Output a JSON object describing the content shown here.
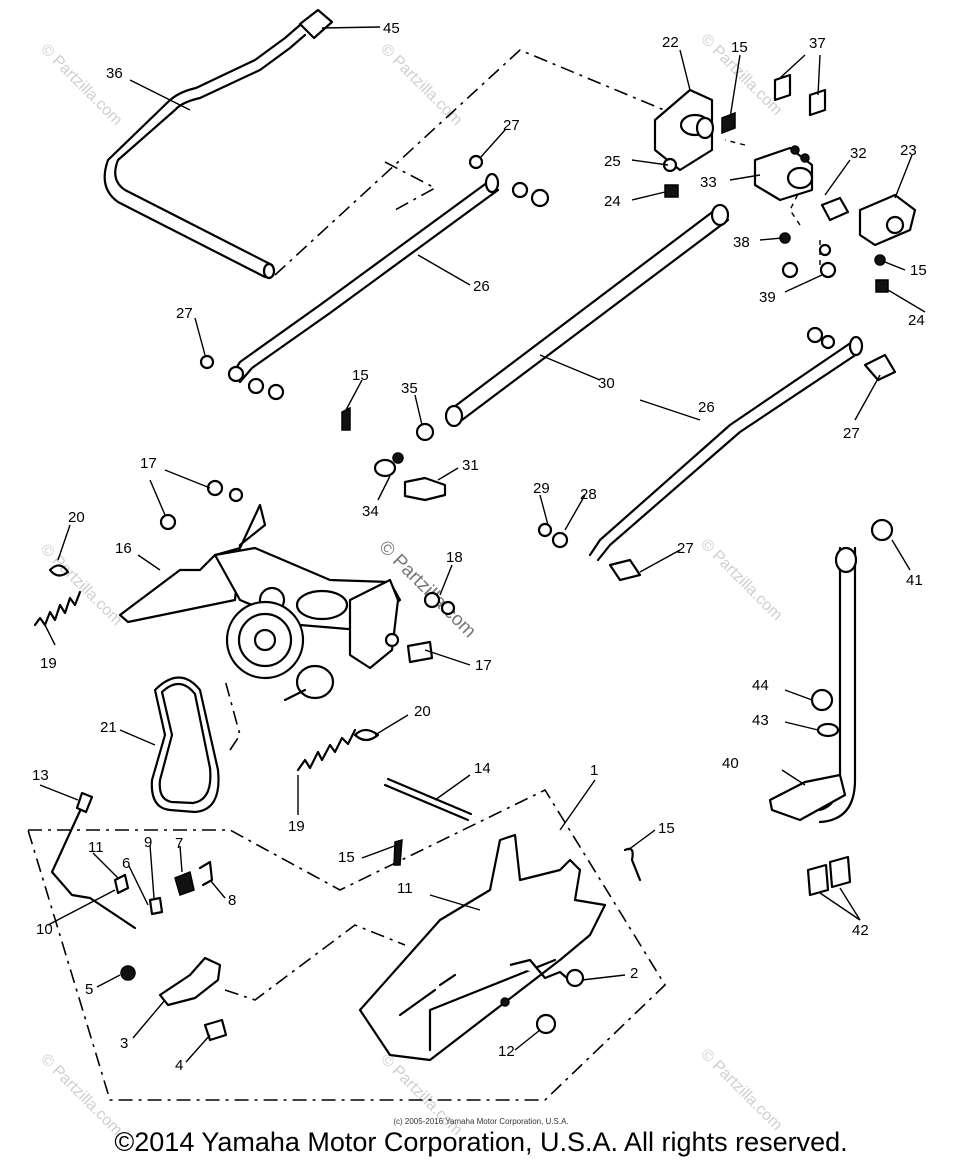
{
  "watermark_text": "© Partzilla.com",
  "callouts": [
    "45",
    "36",
    "22",
    "15",
    "37",
    "27",
    "25",
    "24",
    "33",
    "32",
    "23",
    "26",
    "38",
    "39",
    "30",
    "35",
    "31",
    "34",
    "29",
    "28",
    "17",
    "20",
    "16",
    "19",
    "18",
    "21",
    "13",
    "14",
    "11",
    "9",
    "7",
    "6",
    "8",
    "10",
    "5",
    "3",
    "4",
    "12",
    "2",
    "41",
    "44",
    "43",
    "40",
    "42",
    "1"
  ],
  "small_copyright": "(c) 2005-2016 Yamaha Motor Corporation, U.S.A.",
  "copyright": "©2014 Yamaha Motor Corporation, U.S.A. All rights reserved."
}
